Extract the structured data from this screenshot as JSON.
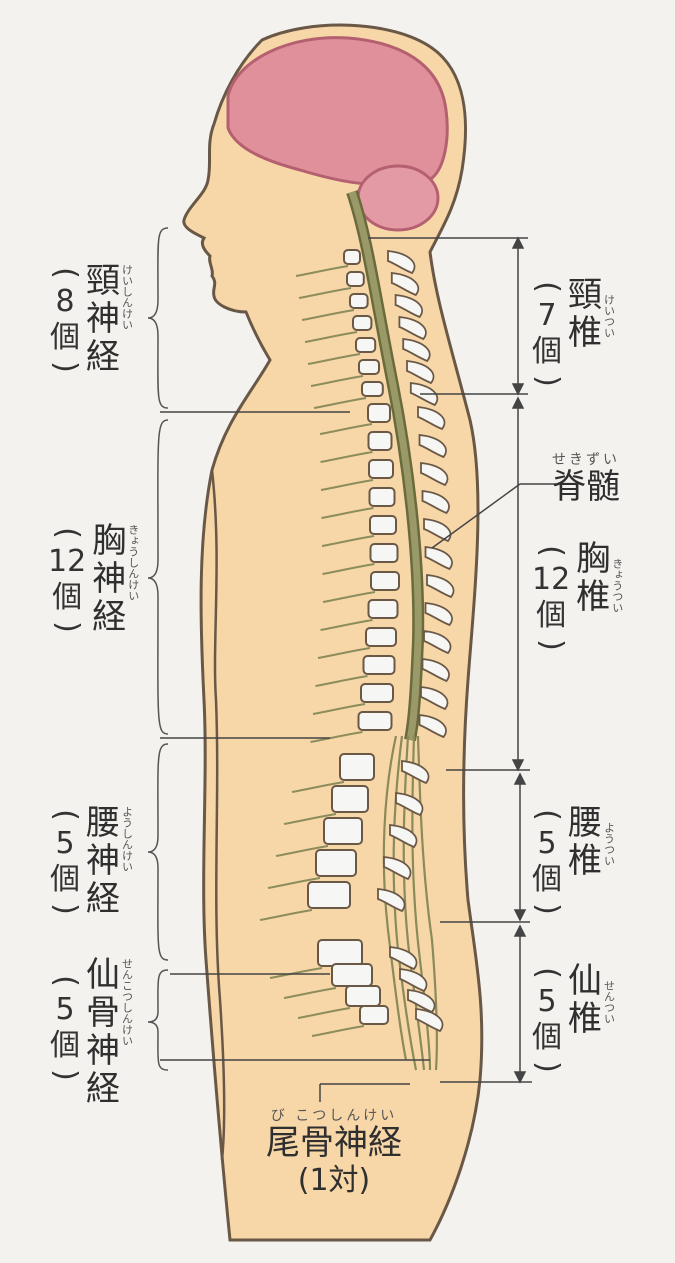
{
  "left_labels": [
    {
      "id": "cervical-nerves",
      "count": "8",
      "unit": "個",
      "chars": [
        "頸",
        "神",
        "経"
      ],
      "ruby": "けいしんけい"
    },
    {
      "id": "thoracic-nerves",
      "count": "12",
      "unit": "個",
      "chars": [
        "胸",
        "神",
        "経"
      ],
      "ruby": "きょうしんけい"
    },
    {
      "id": "lumbar-nerves",
      "count": "5",
      "unit": "個",
      "chars": [
        "腰",
        "神",
        "経"
      ],
      "ruby": "ようしんけい"
    },
    {
      "id": "sacral-nerves",
      "count": "5",
      "unit": "個",
      "chars": [
        "仙",
        "骨",
        "神",
        "経"
      ],
      "ruby": "せんこつしんけい"
    }
  ],
  "right_labels": [
    {
      "id": "cervical-vertebrae",
      "count": "7",
      "unit": "個",
      "chars": [
        "頸",
        "椎"
      ],
      "ruby": "けいつい"
    },
    {
      "id": "thoracic-vertebrae",
      "count": "12",
      "unit": "個",
      "chars": [
        "胸",
        "椎"
      ],
      "ruby": "きょうつい"
    },
    {
      "id": "lumbar-vertebrae",
      "count": "5",
      "unit": "個",
      "chars": [
        "腰",
        "椎"
      ],
      "ruby": "ようつい"
    },
    {
      "id": "sacrum",
      "count": "5",
      "unit": "個",
      "chars": [
        "仙",
        "椎"
      ],
      "ruby": "せんつい"
    }
  ],
  "spinal_cord": {
    "label": "脊髄",
    "ruby": "せきずい"
  },
  "coccygeal": {
    "label": "尾骨神経",
    "ruby": "び こつしんけい",
    "count": "(1対)"
  },
  "colors": {
    "skin": "#f7d7a8",
    "skin_edge": "#6a5846",
    "brain": "#e0909a",
    "brain_dark": "#c86d79",
    "cord": "#8c8c5c",
    "bone": "#f6f6f4",
    "line": "#4a4a4a"
  }
}
